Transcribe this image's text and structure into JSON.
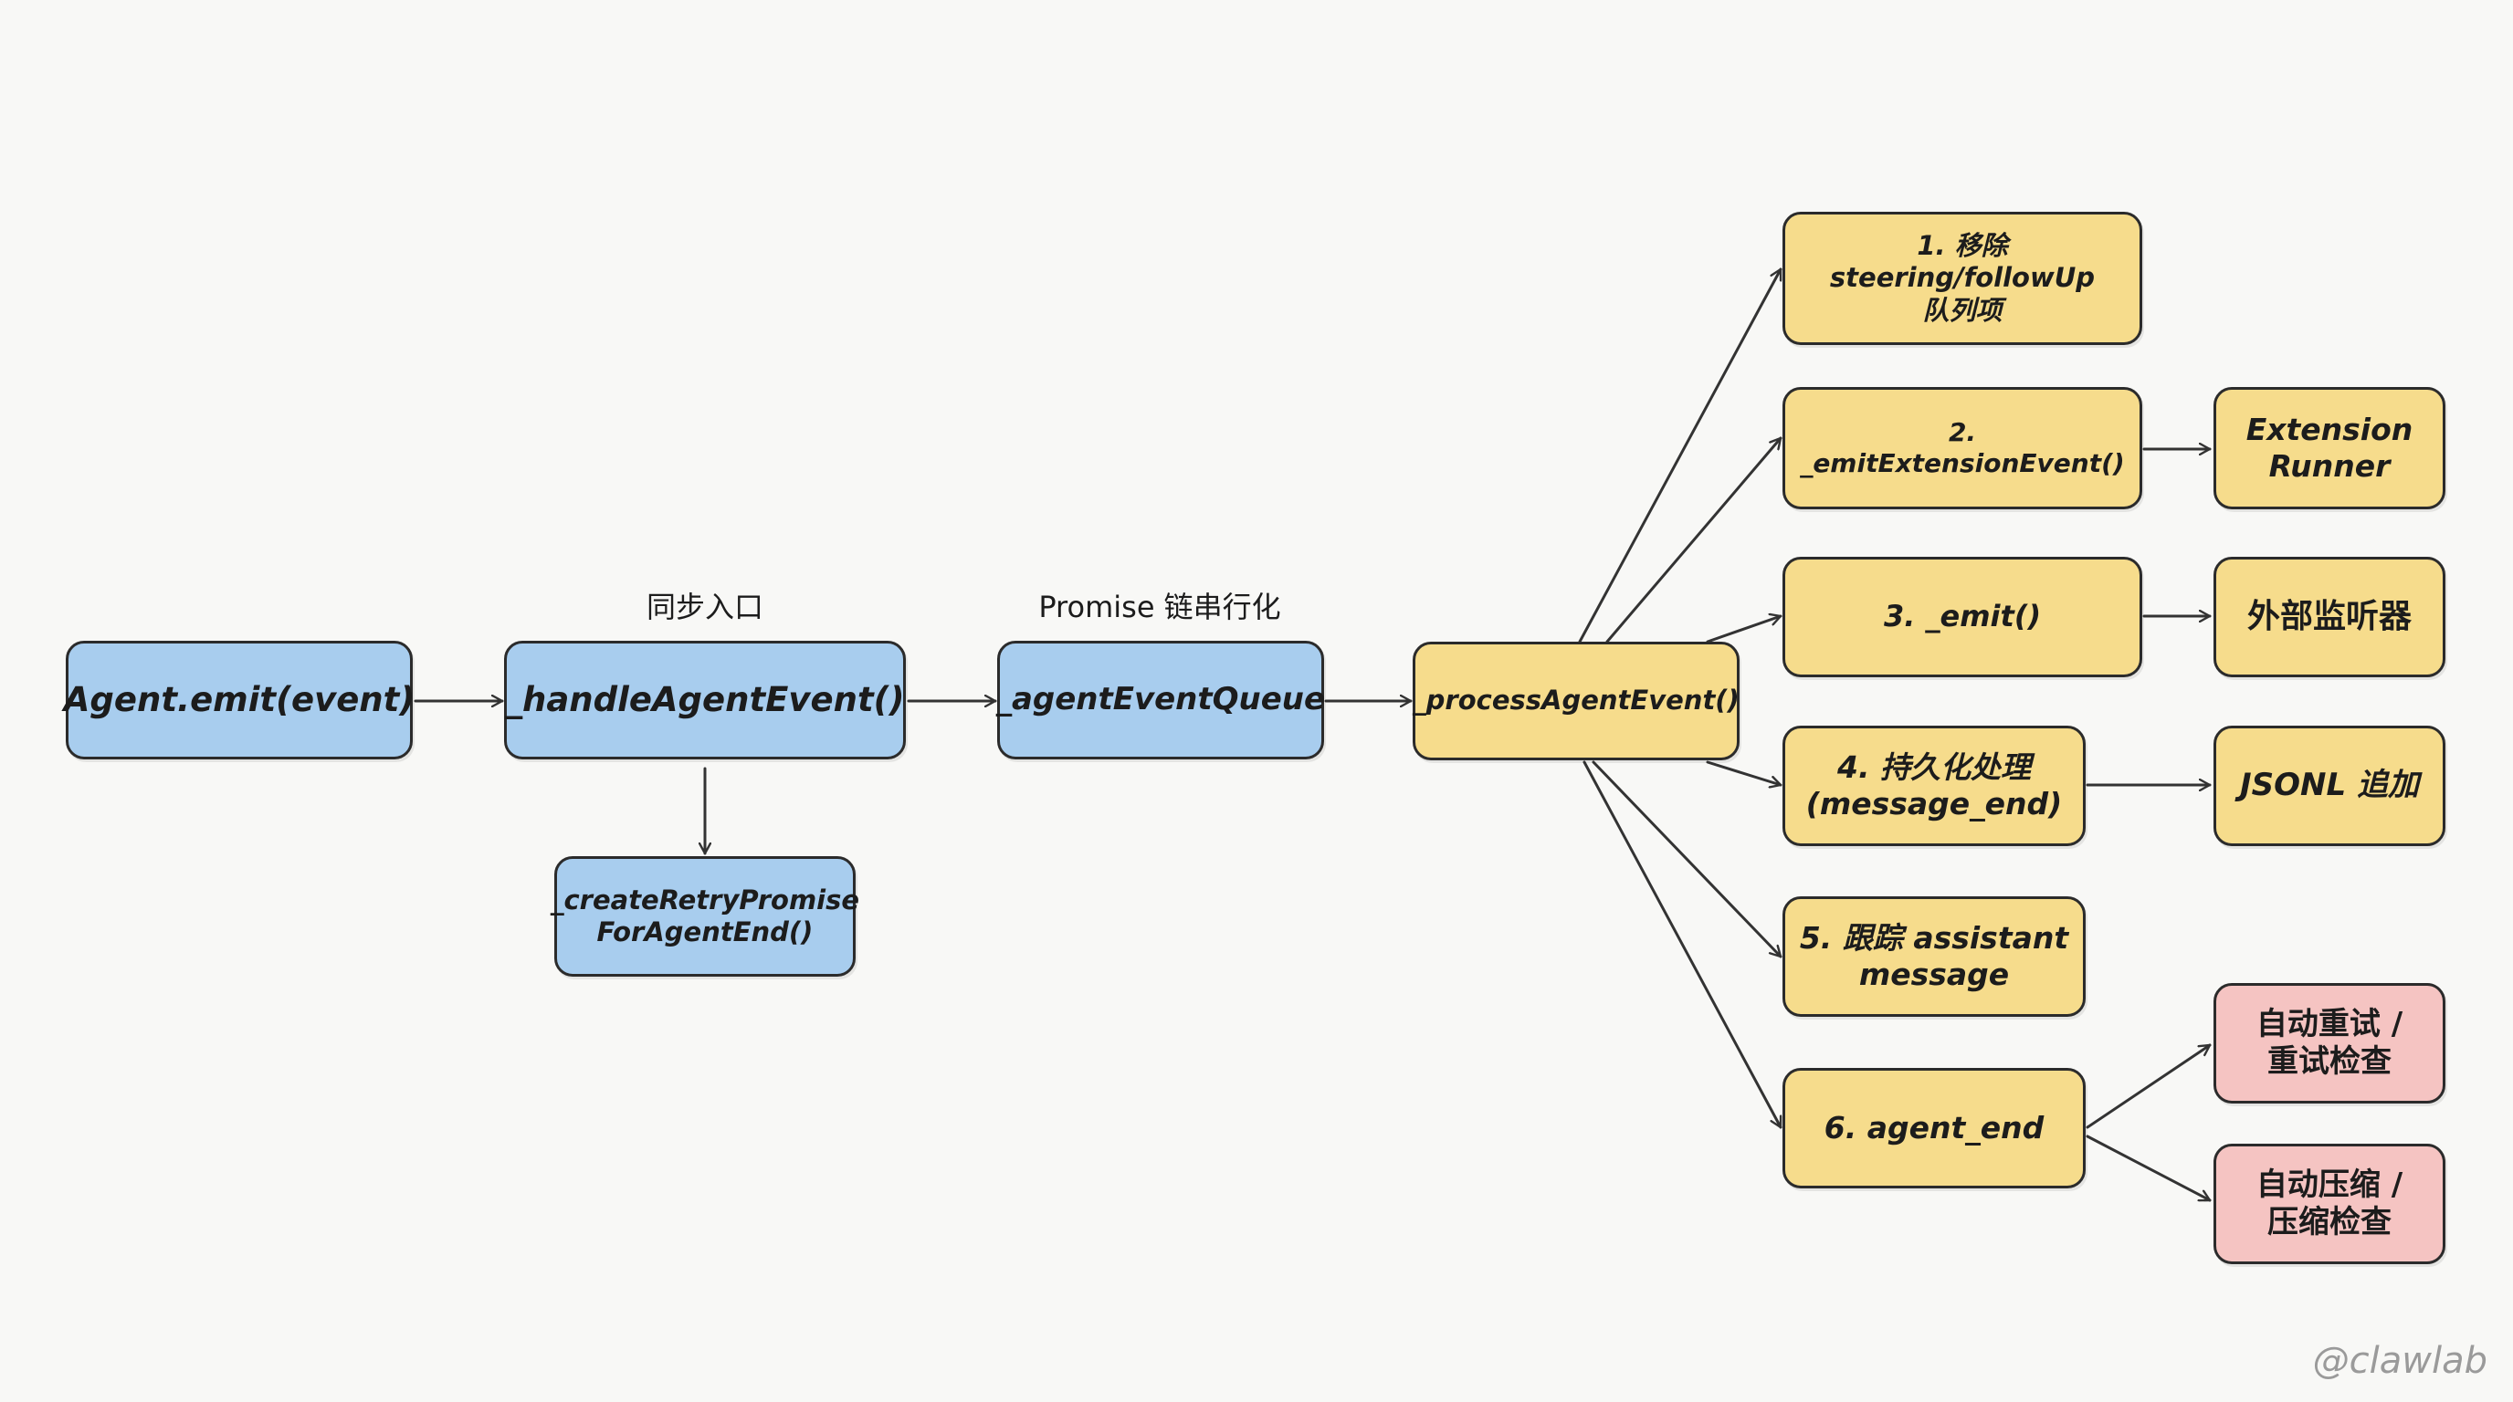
{
  "nodes": {
    "agent_emit": "Agent.emit(event)",
    "handle_agent_event": "_handleAgentEvent()",
    "create_retry_promise": "_createRetryPromise\nForAgentEnd()",
    "agent_event_queue": "_agentEventQueue",
    "process_agent_event": "_processAgentEvent()",
    "step1": "1. 移除 steering/followUp\n队列项",
    "step2": "2. _emitExtensionEvent()",
    "step3": "3. _emit()",
    "step4": "4. 持久化处理\n(message_end)",
    "step5": "5. 跟踪 assistant\nmessage",
    "step6": "6. agent_end",
    "extension_runner": "Extension\nRunner",
    "external_listener": "外部监听器",
    "jsonl_append": "JSONL 追加",
    "auto_retry": "自动重试 /\n重试检查",
    "auto_compact": "自动压缩 /\n压缩检查"
  },
  "labels": {
    "sync_entry": "同步入口",
    "promise_chain": "Promise 链串行化"
  },
  "watermark": "@clawlab",
  "colors": {
    "blue": "#a8cdee",
    "yellow": "#f6dc8c",
    "pink": "#f5c4c2",
    "stroke": "#2b2b2b"
  }
}
